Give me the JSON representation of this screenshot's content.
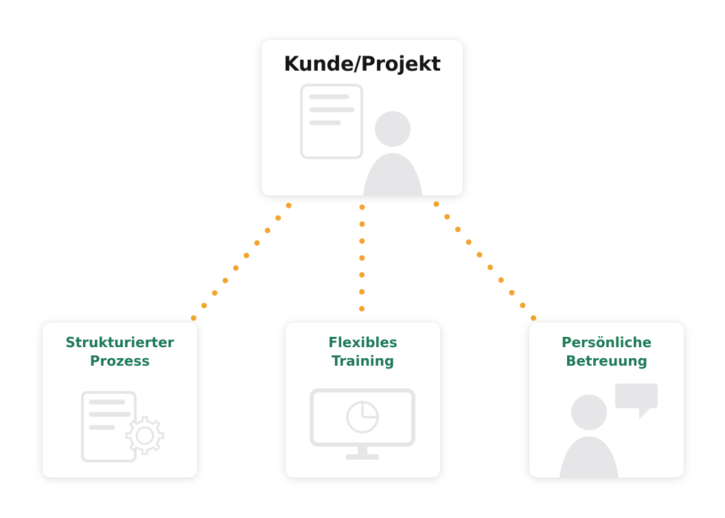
{
  "diagram": {
    "top": {
      "title": "Kunde/Projekt",
      "icon": "document-person-icon"
    },
    "children": [
      {
        "title_line1": "Strukturierter",
        "title_line2": "Prozess",
        "icon": "document-gear-icon"
      },
      {
        "title_line1": "Flexibles",
        "title_line2": "Training",
        "icon": "monitor-pie-chart-icon"
      },
      {
        "title_line1": "Persönliche",
        "title_line2": "Betreuung",
        "icon": "person-speech-bubble-icon"
      }
    ],
    "connectors": [
      {
        "from": "Kunde/Projekt",
        "to": "Strukturierter Prozess",
        "style": "dotted"
      },
      {
        "from": "Kunde/Projekt",
        "to": "Flexibles Training",
        "style": "dotted"
      },
      {
        "from": "Kunde/Projekt",
        "to": "Persönliche Betreuung",
        "style": "dotted"
      }
    ]
  },
  "colors": {
    "title_dark": "#151515",
    "title_green": "#1e7a57",
    "dot_orange": "#f2a42d",
    "icon_gray": "#e6e6e8"
  }
}
